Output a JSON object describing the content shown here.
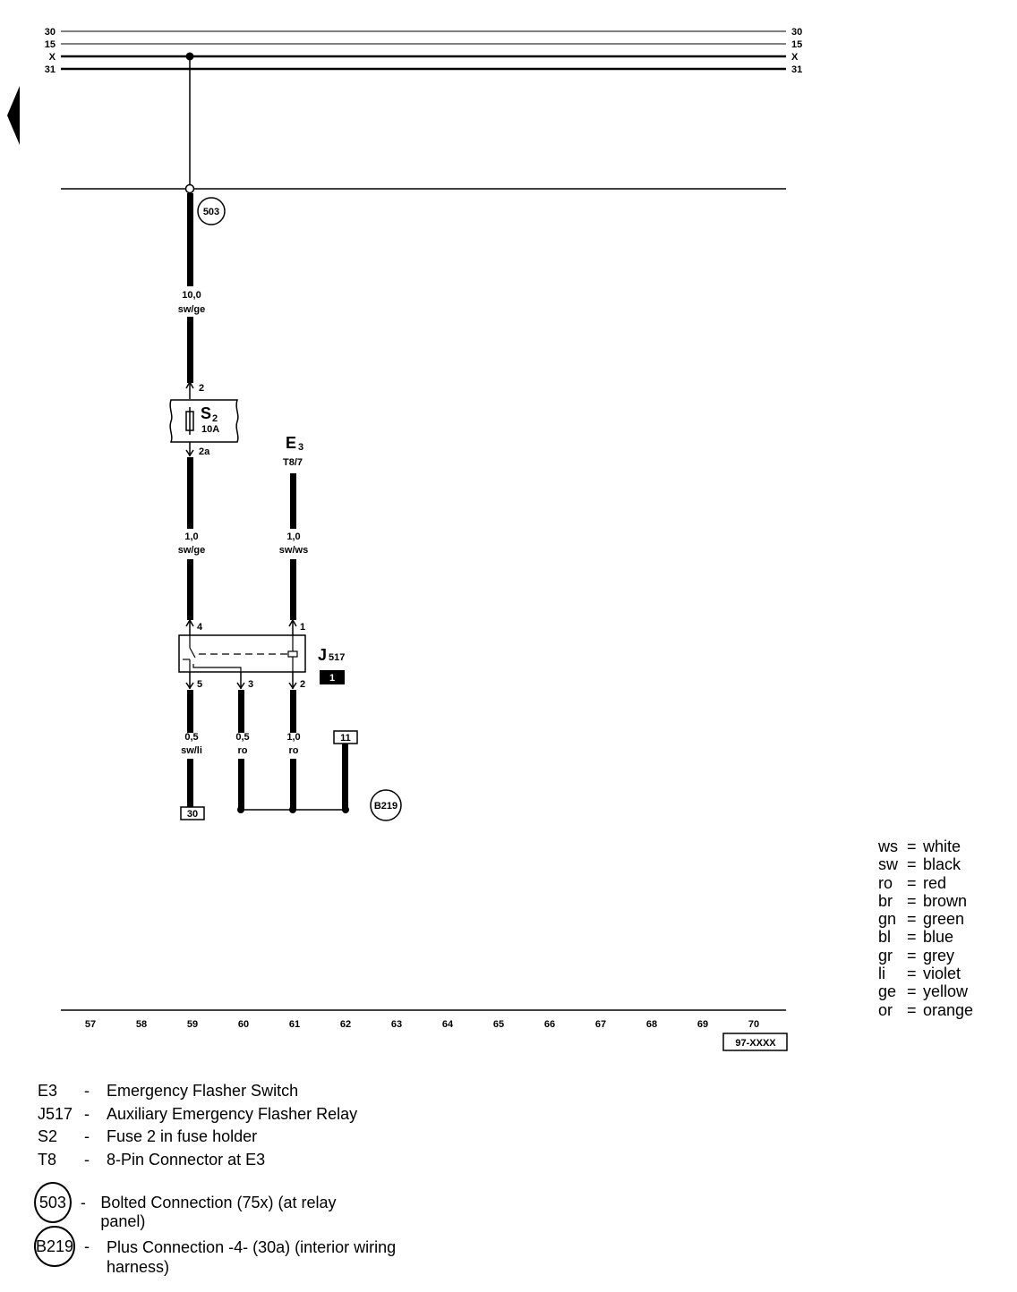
{
  "bus_labels": [
    "30",
    "15",
    "X",
    "31"
  ],
  "wires": {
    "w503": {
      "gauge": "10,0",
      "color": "sw/ge"
    },
    "w_fuse_out": {
      "gauge": "1,0",
      "color": "sw/ge"
    },
    "w_e3": {
      "gauge": "1,0",
      "color": "sw/ws"
    },
    "w_pin5": {
      "gauge": "0,5",
      "color": "sw/li"
    },
    "w_pin3": {
      "gauge": "0,5",
      "color": "ro"
    },
    "w_pin2": {
      "gauge": "1,0",
      "color": "ro"
    }
  },
  "pins": {
    "fuse_top": "2",
    "fuse_bottom": "2a",
    "relay_in_left": "4",
    "relay_in_right": "1",
    "relay_out_5": "5",
    "relay_out_3": "3",
    "relay_out_2": "2"
  },
  "components": {
    "fuse": {
      "name": "S",
      "sub": "2",
      "rating": "10A"
    },
    "switch": {
      "name": "E",
      "sub": "3",
      "connector": "T8/7"
    },
    "relay": {
      "name": "J",
      "sub": "517",
      "badge": "1"
    }
  },
  "connection_circles": {
    "top": "503",
    "bottom": "B219"
  },
  "ref_boxes": {
    "box30": "30",
    "box11": "11",
    "drawing_id": "97-XXXX"
  },
  "grid_numbers": [
    "57",
    "58",
    "59",
    "60",
    "61",
    "62",
    "63",
    "64",
    "65",
    "66",
    "67",
    "68",
    "69",
    "70"
  ],
  "color_key": [
    {
      "code": "ws",
      "meaning": "white"
    },
    {
      "code": "sw",
      "meaning": "black"
    },
    {
      "code": "ro",
      "meaning": "red"
    },
    {
      "code": "br",
      "meaning": "brown"
    },
    {
      "code": "gn",
      "meaning": "green"
    },
    {
      "code": "bl",
      "meaning": "blue"
    },
    {
      "code": "gr",
      "meaning": "grey"
    },
    {
      "code": "li",
      "meaning": "violet"
    },
    {
      "code": "ge",
      "meaning": "yellow"
    },
    {
      "code": "or",
      "meaning": "orange"
    }
  ],
  "legend": [
    {
      "code": "E3",
      "desc": "Emergency Flasher Switch"
    },
    {
      "code": "J517",
      "desc": "Auxiliary Emergency Flasher Relay"
    },
    {
      "code": "S2",
      "desc": "Fuse 2 in fuse holder"
    },
    {
      "code": "T8",
      "desc": "8-Pin Connector at E3"
    }
  ],
  "legend_circles": [
    {
      "code": "503",
      "desc": "Bolted Connection (75x) (at relay panel)"
    },
    {
      "code": "B219",
      "desc": "Plus Connection -4- (30a) (interior wiring harness)"
    }
  ]
}
